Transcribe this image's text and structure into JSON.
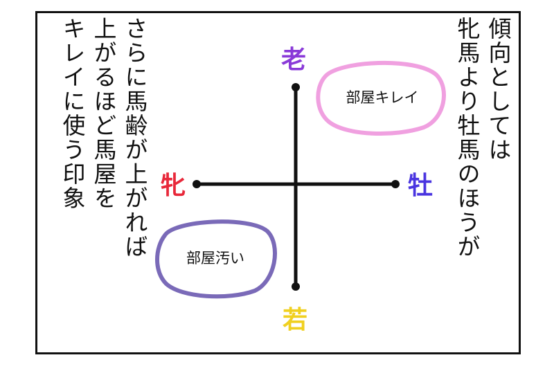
{
  "panel": {
    "text_right": [
      "傾向としては",
      "牝馬より牡馬のほうが"
    ],
    "text_left": [
      "さらに馬齢が上がれば",
      "上がるほど馬屋を",
      "キレイに使う印象"
    ]
  },
  "diagram": {
    "axis_top": "老",
    "axis_bottom": "若",
    "axis_left": "牝",
    "axis_right": "牡",
    "region_clean": "部屋キレイ",
    "region_dirty": "部屋汚い"
  },
  "colors": {
    "top": "#8a3ad8",
    "bottom": "#f0d020",
    "left": "#e8283a",
    "right": "#4a35e0",
    "clean_outline": "#f0a0e0",
    "dirty_outline": "#7a6ab8"
  }
}
